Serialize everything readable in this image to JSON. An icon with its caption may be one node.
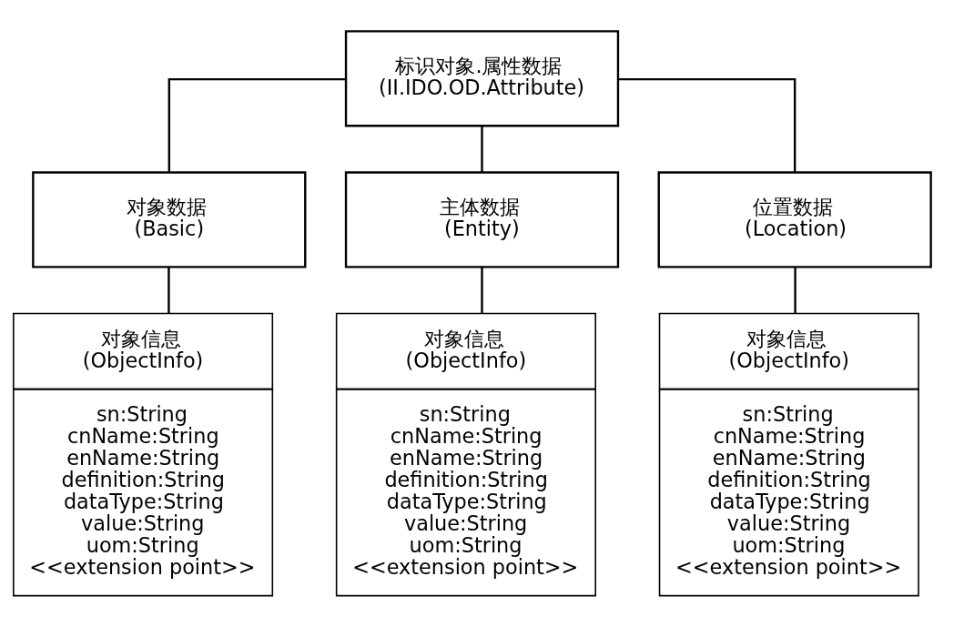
{
  "diagram": {
    "nodes": [
      {
        "text": [
          "标识对象.属性数据 (II.IDO.OD.Attribute)"
        ]
      },
      {
        "text": [
          "对象数据 (Basic)"
        ]
      },
      {
        "text": [
          "主体数据 (Entity)"
        ]
      },
      {
        "text": [
          "位置数据 (Location)"
        ]
      },
      {
        "text": [
          "对象信息 (ObjectInfo)",
          "sn:String",
          "cnName:String",
          "enName:String",
          "definition:String",
          "dataType:String",
          "value:String",
          "uom:String",
          "<<extension point>>"
        ]
      },
      {
        "text": [
          "对象信息 (ObjectInfo)",
          "sn:String",
          "cnName:String",
          "enName:String",
          "definition:String",
          "dataType:String",
          "value:String",
          "uom:String",
          "<<extension point>>"
        ]
      },
      {
        "text": [
          "对象信息 (ObjectInfo)",
          "sn:String",
          "cnName:String",
          "enName:String",
          "definition:String",
          "dataType:String",
          "value:String",
          "uom:String",
          "<<extension point>>"
        ]
      }
    ],
    "edges": [
      {
        "from": 0,
        "to": 1,
        "arrow": "none"
      },
      {
        "from": 0,
        "to": 2,
        "arrow": "none"
      },
      {
        "from": 0,
        "to": 3,
        "arrow": "none"
      },
      {
        "from": 1,
        "to": 4,
        "arrow": "none"
      },
      {
        "from": 2,
        "to": 5,
        "arrow": "none"
      },
      {
        "from": 3,
        "to": 6,
        "arrow": "none"
      }
    ]
  }
}
